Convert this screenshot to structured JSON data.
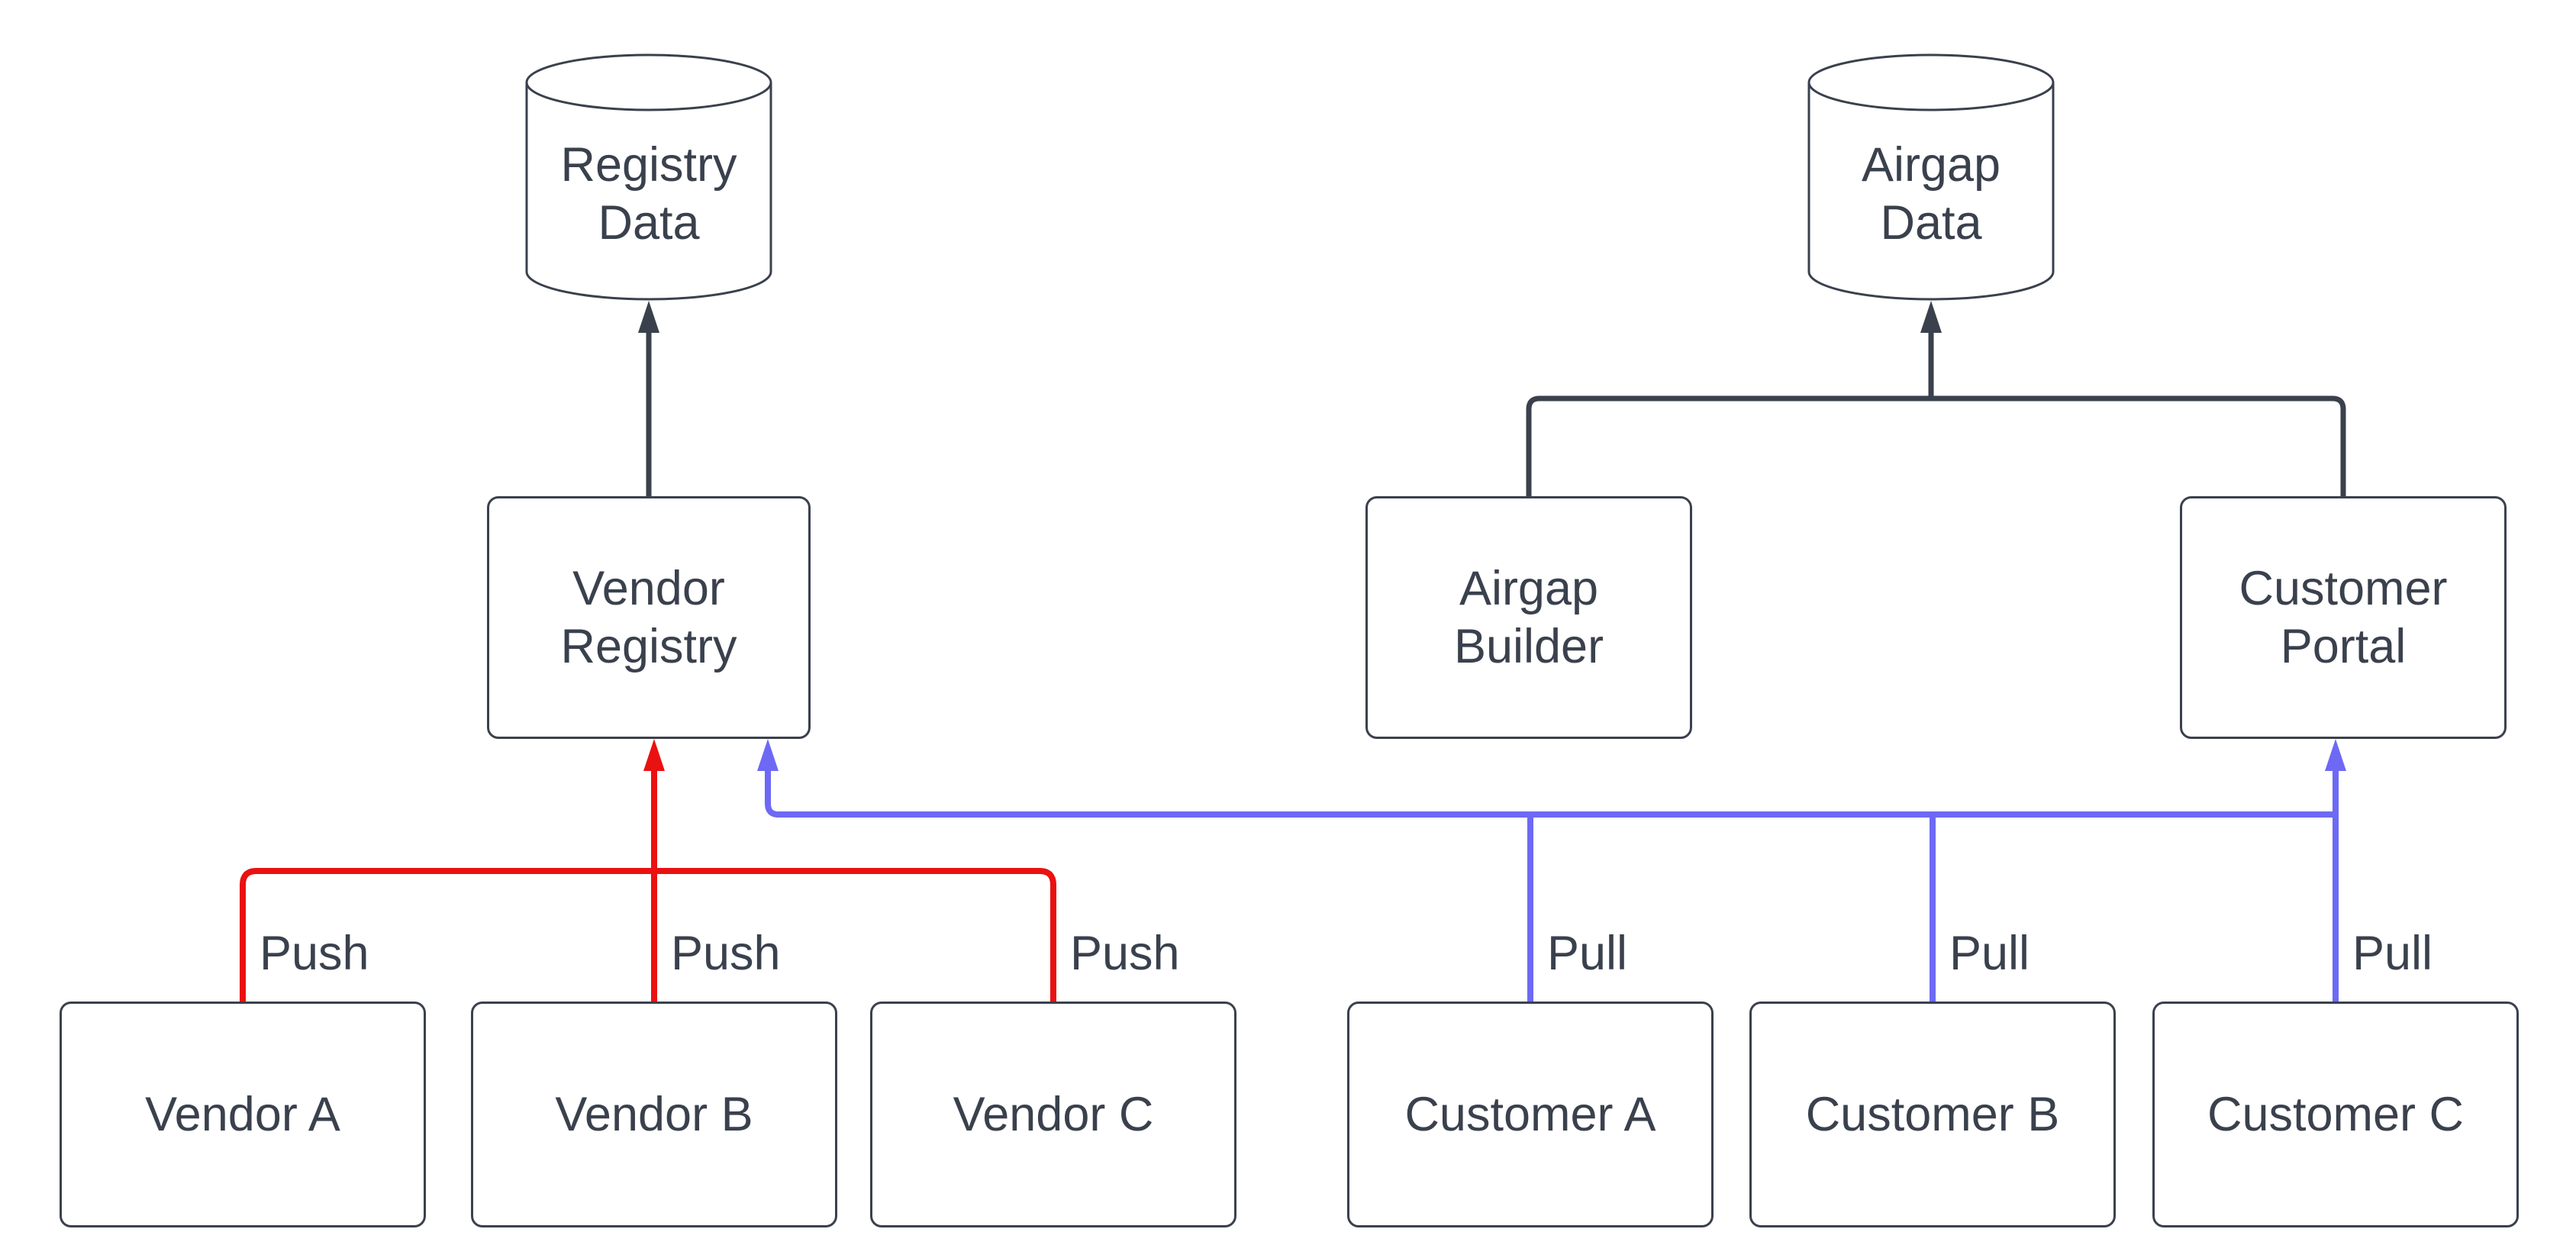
{
  "colors": {
    "background": "#FFFFFF",
    "text": "#3A414D",
    "node_border": "#3A414D",
    "neutral_edge": "#3A414D",
    "push_edge": "#EA1111",
    "pull_edge": "#6D69F5"
  },
  "nodes": {
    "registry_data": {
      "type": "cylinder",
      "line1": "Registry",
      "line2": "Data"
    },
    "airgap_data": {
      "type": "cylinder",
      "line1": "Airgap",
      "line2": "Data"
    },
    "vendor_registry": {
      "line1": "Vendor",
      "line2": "Registry"
    },
    "airgap_builder": {
      "line1": "Airgap",
      "line2": "Builder"
    },
    "customer_portal": {
      "line1": "Customer",
      "line2": "Portal"
    },
    "vendor_a": {
      "label": "Vendor A"
    },
    "vendor_b": {
      "label": "Vendor B"
    },
    "vendor_c": {
      "label": "Vendor C"
    },
    "customer_a": {
      "label": "Customer A"
    },
    "customer_b": {
      "label": "Customer B"
    },
    "customer_c": {
      "label": "Customer C"
    }
  },
  "edge_labels": {
    "push": "Push",
    "pull": "Pull"
  }
}
